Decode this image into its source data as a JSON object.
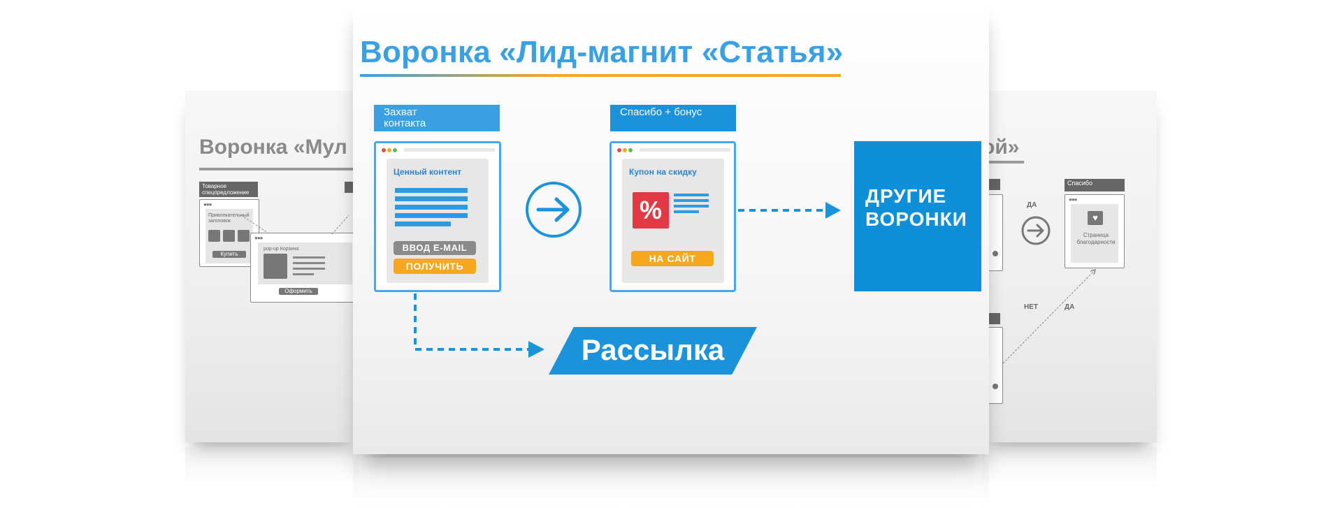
{
  "left_slide": {
    "title": "Воронка «Мул",
    "tag_offer": "Товарное спецпредложение",
    "card1_caption": "Привлекательный заголовок",
    "card1_button": "Купить",
    "card2_caption": "pop-up Корзина",
    "card2_button": "Оформить"
  },
  "right_slide": {
    "title": "ой»",
    "label_yes_1": "ДА",
    "label_no": "НЕТ",
    "label_yes_2": "ДА",
    "tag_thanks": "Спасибо",
    "card_caption": "Страница благодарности"
  },
  "main_slide": {
    "title": "Воронка «Лид-магнит «Статья»",
    "step1_tag": "Захват контакта",
    "step1_caption": "Ценный контент",
    "step1_input": "ВВОД E-MAIL",
    "step1_button": "ПОЛУЧИТЬ",
    "step2_tag": "Спасибо + бонус",
    "step2_caption": "Купон на скидку",
    "step2_percent": "%",
    "step2_button": "НА САЙТ",
    "other_funnels": "ДРУГИЕ ВОРОНКИ",
    "mailing": "Рассылка"
  },
  "colors": {
    "accent_blue": "#3aa0e4",
    "box_blue": "#0d90d9",
    "orange": "#f6a81c",
    "coupon_red": "#e23a45",
    "grey": "#888888"
  }
}
